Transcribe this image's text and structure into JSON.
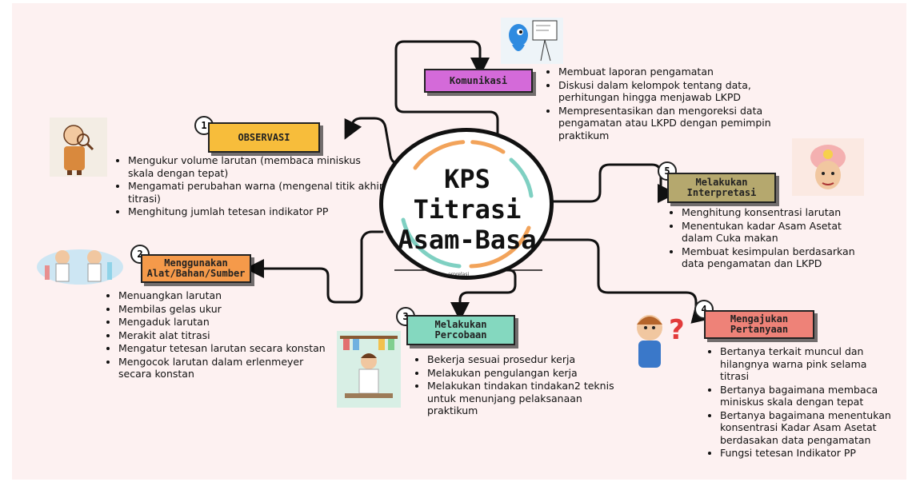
{
  "hub": {
    "title_line1": "KPS Titrasi",
    "title_line2": "Asam-Basa",
    "sub": "erprelasi"
  },
  "nodes": [
    {
      "key": "observasi",
      "number": "1",
      "label": "OBSERVASI",
      "color": "#f7bd3b",
      "items": [
        "Mengukur volume larutan (membaca miniskus skala dengan tepat)",
        "Mengamati perubahan warna (mengenal titik akhir titrasi)",
        "Menghitung jumlah tetesan indikator PP"
      ]
    },
    {
      "key": "alat",
      "number": "2",
      "label": "Menggunakan Alat/Bahan/Sumber",
      "color": "#f59a4a",
      "items": [
        "Menuangkan larutan",
        " Membilas gelas ukur",
        "Mengaduk larutan",
        "Merakit alat titrasi",
        "Mengatur tetesan larutan secara konstan",
        "Mengocok larutan dalam erlenmeyer secara konstan"
      ]
    },
    {
      "key": "percobaan",
      "number": "3",
      "label": "Melakukan Percobaan",
      "color": "#84d8bf",
      "items": [
        "Bekerja sesuai prosedur kerja",
        "Melakukan pengulangan kerja",
        "Melakukan tindakan tindakan2 teknis  untuk menunjang pelaksanaan praktikum"
      ]
    },
    {
      "key": "pertanyaan",
      "number": "4",
      "label": "Mengajukan Pertanyaan",
      "color": "#ee8278",
      "items": [
        "Bertanya terkait muncul dan hilangnya warna pink selama titrasi",
        "Bertanya bagaimana membaca miniskus skala dengan tepat",
        "Bertanya bagaimana menentukan konsentrasi Kadar Asam Asetat berdasakan data pengamatan",
        "Fungsi tetesan Indikator PP"
      ]
    },
    {
      "key": "interpretasi",
      "number": "5",
      "label": "Melakukan Interpretasi",
      "color": "#b5a86e",
      "items": [
        "Menghitung konsentrasi larutan",
        "Menentukan kadar Asam Asetat dalam Cuka makan",
        "Membuat kesimpulan berdasarkan data pengamatan dan LKPD"
      ]
    },
    {
      "key": "komunikasi",
      "number": "",
      "label": "Komunikasi",
      "color": "#d46ad9",
      "items": [
        "Membuat laporan pengamatan",
        "Diskusi dalam kelompok tentang data, perhitungan hingga menjawab LKPD",
        "Mempresentasikan dan mengoreksi data pengamatan atau LKPD dengan pemimpin praktikum"
      ]
    }
  ]
}
